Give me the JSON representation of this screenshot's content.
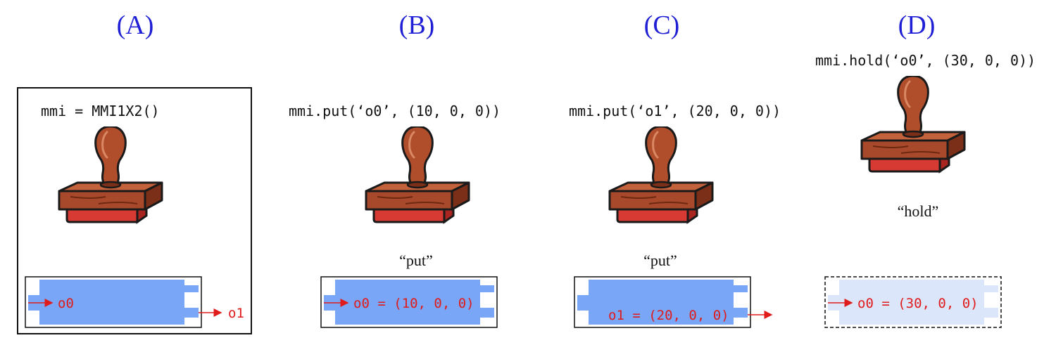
{
  "panels": [
    {
      "label": "(A)",
      "code": "mmi = MMI1X2()",
      "caption": "",
      "mem_in": "o0",
      "mem_out": "o1"
    },
    {
      "label": "(B)",
      "code": "mmi.put(‘o0’, (10, 0, 0))",
      "caption": "“put”",
      "mem_text": "o0 = (10, 0, 0)"
    },
    {
      "label": "(C)",
      "code": "mmi.put(‘o1’, (20, 0, 0))",
      "caption": "“put”",
      "mem_text": "o1 = (20, 0, 0)"
    },
    {
      "label": "(D)",
      "code": "mmi.hold(‘o0’, (30, 0, 0))",
      "caption": "“hold”",
      "mem_text": "o0 = (30, 0, 0)"
    }
  ],
  "colors": {
    "title": "#1f1fd6",
    "memory_block": "#7aa6f7",
    "memory_block_held": "#dbe6fb",
    "arrow_text": "#e01b1b",
    "wood": "#a9492b",
    "wood_dark": "#7b2f18",
    "ink_pad": "#d63a33"
  },
  "icons": [
    "rubber-stamp-icon"
  ]
}
